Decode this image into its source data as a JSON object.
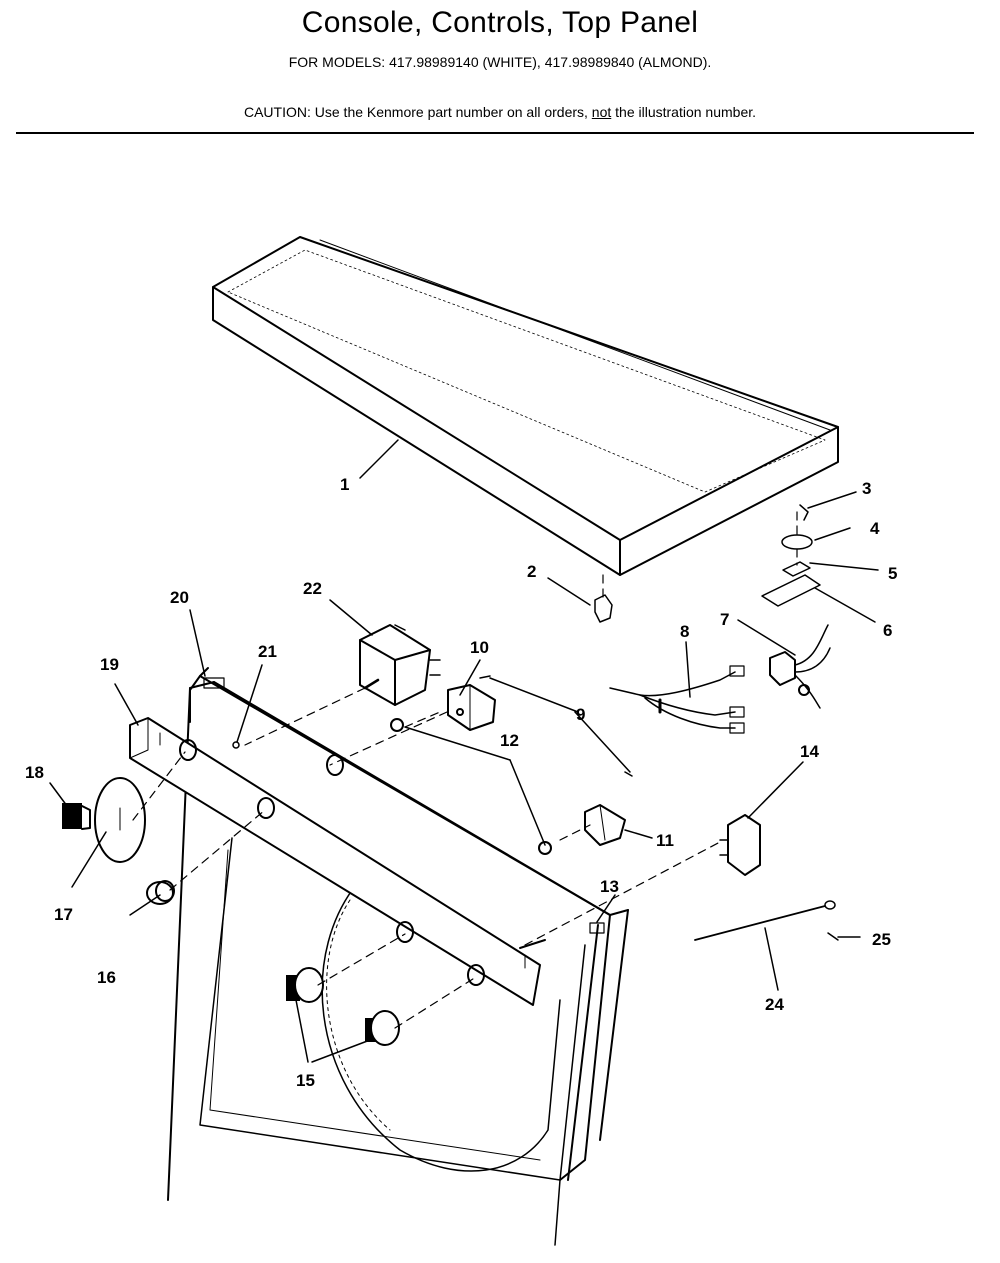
{
  "header": {
    "title": "Console, Controls, Top Panel",
    "models": "FOR MODELS:  417.98989140 (WHITE), 417.98989840 (ALMOND).",
    "caution_prefix": "CAUTION:  Use the Kenmore part number on all orders, ",
    "caution_not": "not",
    "caution_suffix": " the illustration number."
  },
  "callouts": [
    "1",
    "2",
    "3",
    "4",
    "5",
    "6",
    "7",
    "8",
    "9",
    "10",
    "11",
    "12",
    "13",
    "14",
    "15",
    "16",
    "17",
    "18",
    "19",
    "20",
    "21",
    "22",
    "24",
    "25"
  ]
}
